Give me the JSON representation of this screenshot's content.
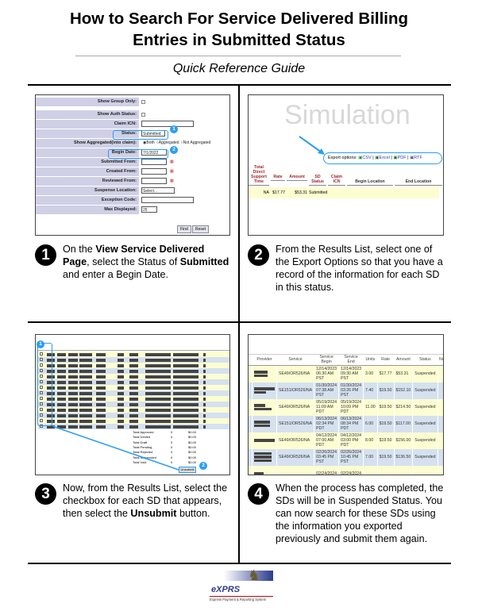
{
  "header": {
    "title_line1": "How to Search For Service Delivered Billing",
    "title_line2": "Entries in Submitted Status",
    "subtitle": "Quick Reference Guide"
  },
  "steps": [
    {
      "number": "1",
      "parts": [
        "On the ",
        "View Service Delivered Page",
        ", select the Status of ",
        "Submitted",
        " and enter a Begin Date."
      ]
    },
    {
      "number": "2",
      "text": "From the Results List, select one of the Export Options so that you have a record of the information for each SD in this status."
    },
    {
      "number": "3",
      "parts": [
        "Now, from the Results List, select the checkbox for each SD that appears, then select the ",
        "Unsubmit",
        " button."
      ]
    },
    {
      "number": "4",
      "text": "When the process has completed, the SDs will be in Suspended Status. You can now search for these SDs using the information you exported previously and submit them again."
    }
  ],
  "panel1": {
    "labels": {
      "group": "Show Group Only:",
      "auth": "Show Auth Status:",
      "icn": "Claim ICN:",
      "status": "Status:",
      "agg": "Show Aggregated(into claim):",
      "begin": "Begin Date:",
      "submitted": "Submitted From:",
      "created": "Created From:",
      "reviewed": "Reviewed From:",
      "suspense": "Suspense Location:",
      "exception": "Exception Code:",
      "max": "Max Displayed:"
    },
    "status_value": "Submitted",
    "agg_options": [
      "Both",
      "Aggregated",
      "Not Aggregated"
    ],
    "agg_selected": "Both",
    "begin_date": "7/1/2022",
    "suspense_value": "Select...",
    "max_value": "25",
    "find": "Find",
    "reset": "Reset",
    "callouts": [
      "1",
      "2"
    ]
  },
  "panel2": {
    "export_label": "Export options:",
    "exports": [
      "CSV",
      "Excel",
      "PDF",
      "RTF"
    ],
    "watermark": "Simulation",
    "headers": [
      "Total Direct Support Time",
      "Rate",
      "Amount",
      "SD Status",
      "Claim ICN",
      "Begin Location",
      "End Location"
    ],
    "row": [
      "NA",
      "$17.77",
      "$53.31",
      "Submitted",
      "",
      "",
      ""
    ]
  },
  "panel3": {
    "totals": [
      [
        "Total Approved",
        "0",
        "$0.00"
      ],
      [
        "Total Denied",
        "0",
        "$0.00"
      ],
      [
        "Total Draft",
        "0",
        "$0.00"
      ],
      [
        "Total Pending",
        "0",
        "$0.00"
      ],
      [
        "Total Rejected",
        "0",
        "$0.00"
      ],
      [
        "Total Suspended",
        "0",
        "$0.00"
      ],
      [
        "Total Void",
        "0",
        "$0.00"
      ]
    ],
    "unsubmit": "Unsubmit",
    "callouts": [
      "1",
      "2"
    ]
  },
  "panel4": {
    "headers": [
      "Provider",
      "Service",
      "Service Begin",
      "Service End",
      "Units",
      "Rate",
      "Amount",
      "Status",
      "Notes"
    ],
    "rows": [
      [
        "",
        "SE49/OR526/NA",
        "12/14/2023 06:30 AM PST",
        "12/14/2023 09:30 AM PST",
        "3.00",
        "$17.77",
        "$53.31",
        "Suspended",
        ""
      ],
      [
        "",
        "SE151/OR526/NA",
        "01/30/2024 07:38 AM PST",
        "01/30/2024 03:26 PM PST",
        "7.40",
        "$19.50",
        "$152.10",
        "Suspended",
        ""
      ],
      [
        "",
        "SE49/OR526/NA",
        "05/19/2024 11:09 AM PDT",
        "05/19/2024 10:09 PM PDT",
        "11.00",
        "$19.50",
        "$214.50",
        "Suspended",
        ""
      ],
      [
        "",
        "SE151/OR526/NA",
        "06/13/2024 02:34 PM PDT",
        "06/13/2024 08:34 PM PDT",
        "6.00",
        "$19.50",
        "$117.00",
        "Suspended",
        ""
      ],
      [
        "",
        "SE49/OR526/NA",
        "04/12/2024 07:00 AM PDT",
        "04/12/2024 03:00 PM PDT",
        "8.00",
        "$19.50",
        "$156.00",
        "Suspended",
        ""
      ],
      [
        "",
        "SE49/OR526/NA",
        "02/26/2024 03:45 PM PST",
        "02/26/2024 10:45 PM PST",
        "7.00",
        "$19.50",
        "$136.50",
        "Suspended",
        ""
      ],
      [
        "",
        "",
        "02/24/2024",
        "02/24/2024",
        "",
        "",
        "",
        "",
        ""
      ]
    ],
    "row_colors": [
      "#fdfdd2",
      "#d5e1ef"
    ]
  },
  "footer": {
    "logo_text": "eXPRS",
    "logo_tagline": "Express Payment & Reporting System"
  },
  "colors": {
    "callout": "#2a9df4",
    "header_red": "#a0282c",
    "label_bg": "#cfcfe6"
  }
}
